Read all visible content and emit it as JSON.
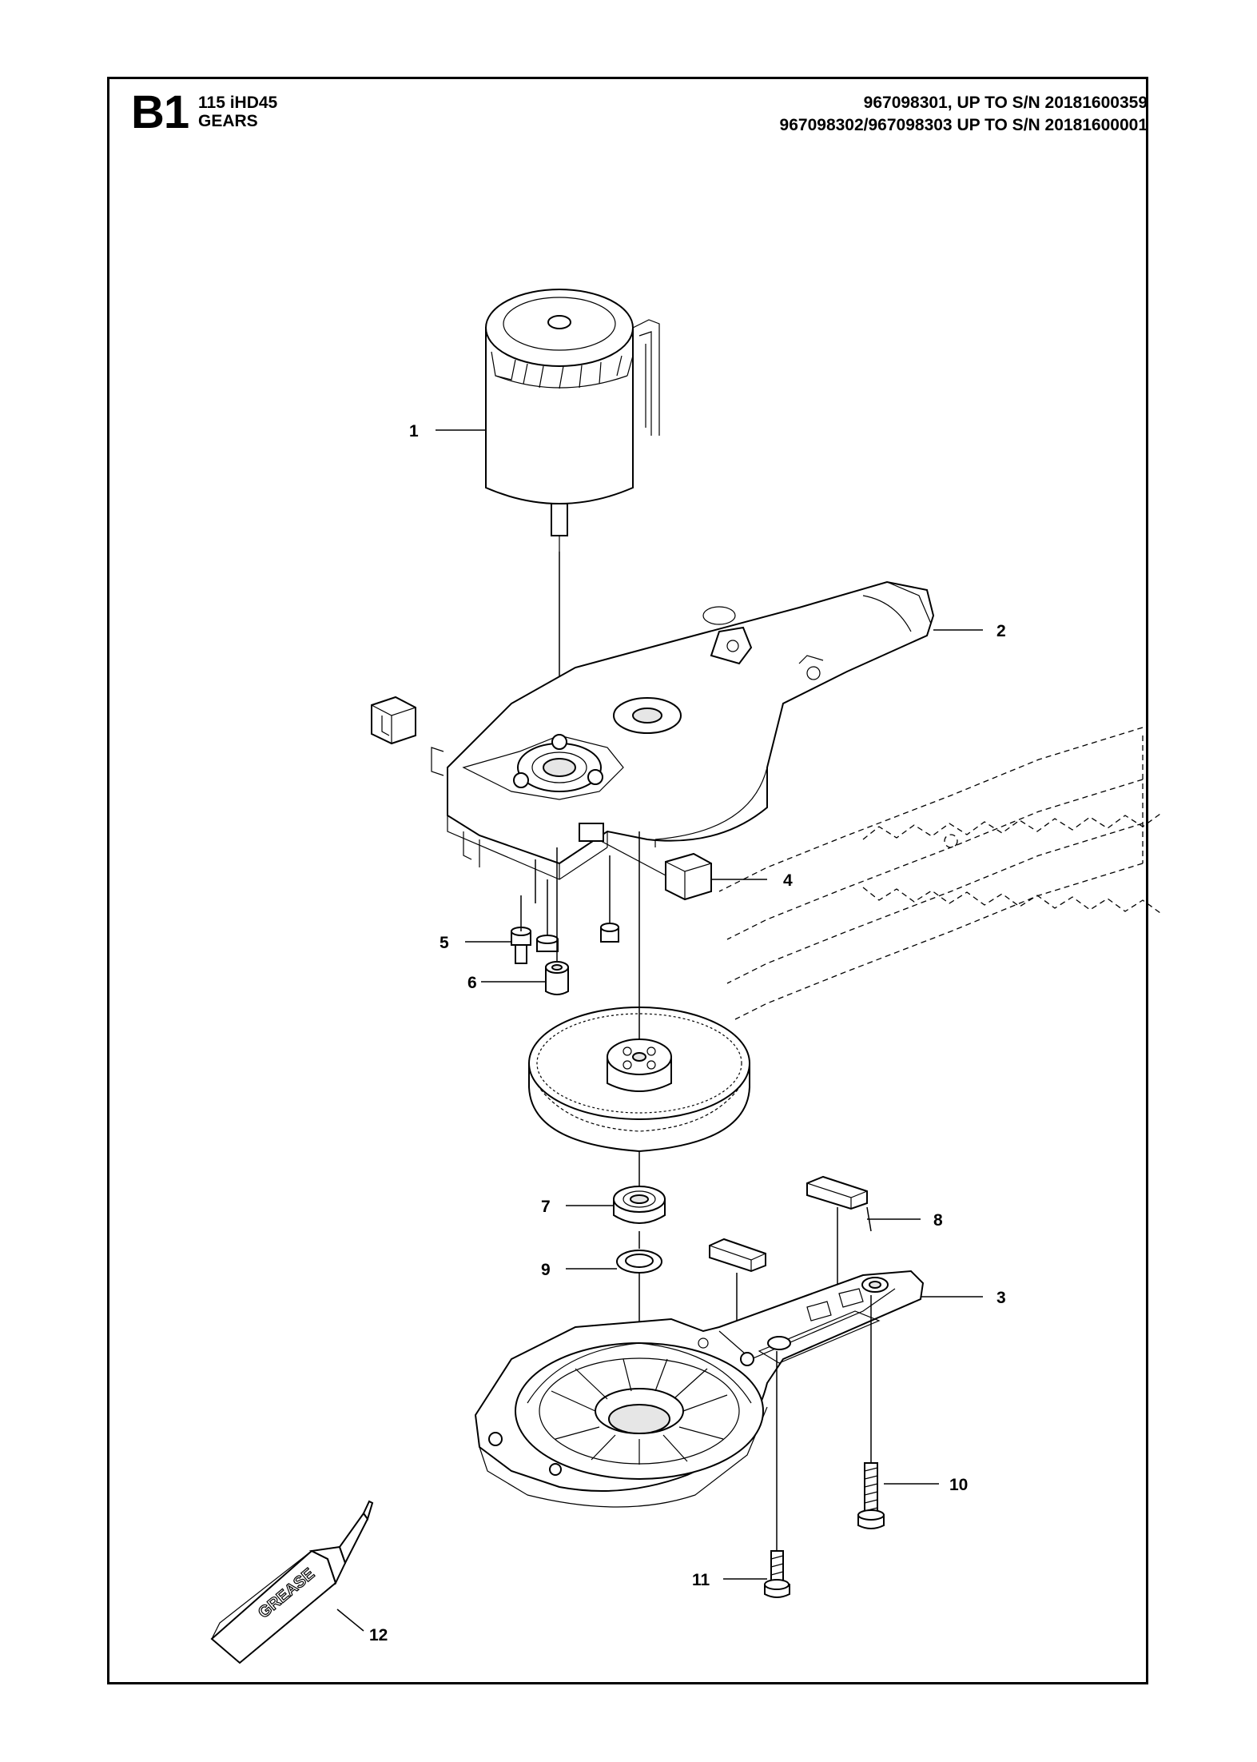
{
  "header": {
    "section_code": "B1",
    "model": "115 iHD45",
    "section_title": "GEARS",
    "serial_line_1": "967098301, UP TO S/N 20181600359",
    "serial_line_2": "967098302/967098303 UP TO S/N 20181600001"
  },
  "callouts": [
    "1",
    "2",
    "3",
    "4",
    "5",
    "6",
    "7",
    "8",
    "9",
    "10",
    "11",
    "12"
  ],
  "grease_label": "GREASE"
}
